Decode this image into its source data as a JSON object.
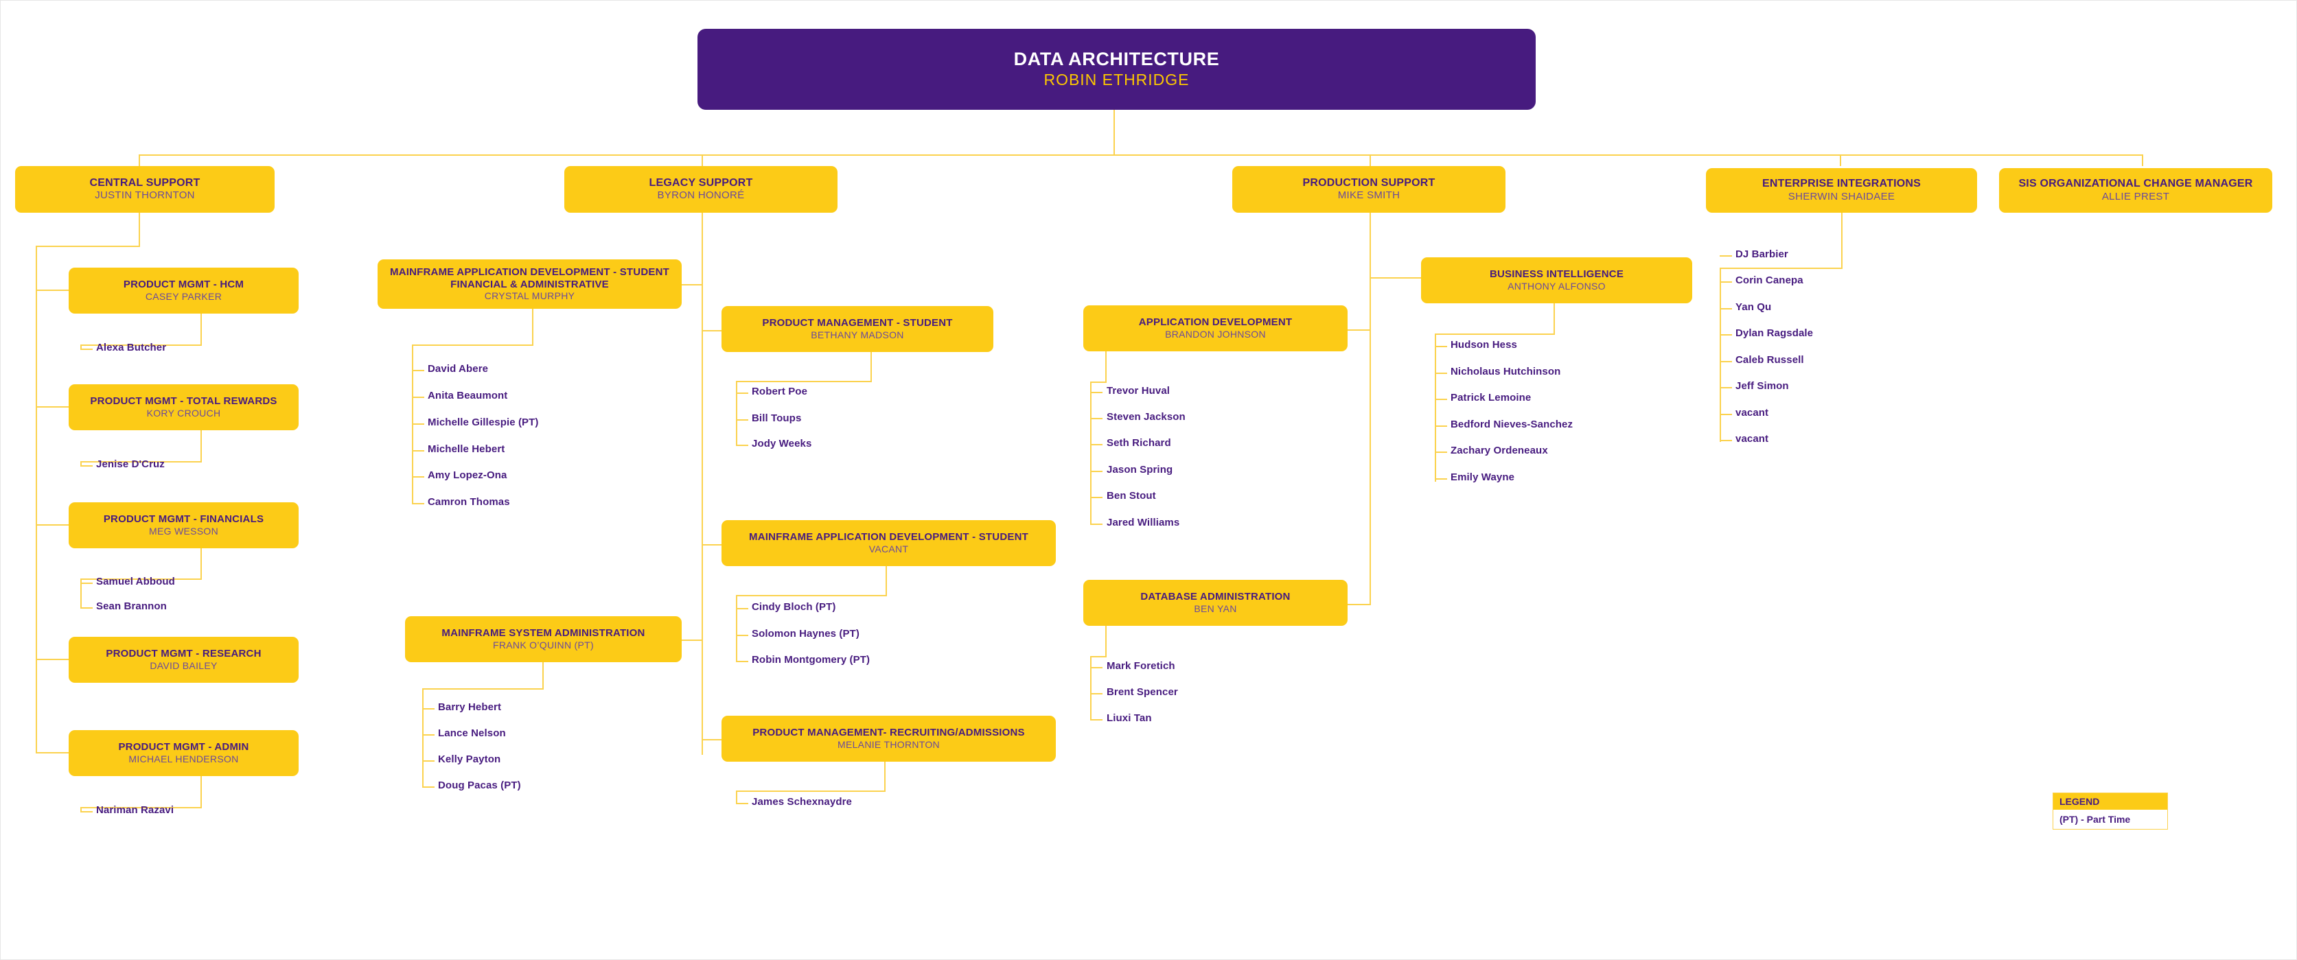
{
  "chart_title": "DATA ARCHITECTURE",
  "colors": {
    "box_yellow": "#FCCB17",
    "root_purple": "#471B7F",
    "line_yellow": "#FBD24E",
    "title_text": "#471B7F",
    "person_text": "#6B4A9B",
    "root_title_text": "#FFFFFF",
    "root_person_text": "#FDC800"
  },
  "root": {
    "title": "DATA ARCHITECTURE",
    "person": "ROBIN ETHRIDGE"
  },
  "departments": [
    {
      "id": "central-support",
      "title": "CENTRAL SUPPORT",
      "person": "JUSTIN THORNTON"
    },
    {
      "id": "legacy-support",
      "title": "LEGACY SUPPORT",
      "person": "BYRON HONORÉ"
    },
    {
      "id": "production-support",
      "title": "PRODUCTION SUPPORT",
      "person": "MIKE SMITH"
    },
    {
      "id": "enterprise-integrations",
      "title": "ENTERPRISE INTEGRATIONS",
      "person": "SHERWIN SHAIDAEE"
    },
    {
      "id": "sis-ocm",
      "title": "SIS ORGANIZATIONAL CHANGE MANAGER",
      "person": "ALLIE PREST"
    }
  ],
  "teams": {
    "pm_hcm": {
      "title": "PRODUCT MGMT - HCM",
      "person": "CASEY PARKER"
    },
    "pm_total_rewards": {
      "title": "PRODUCT MGMT - TOTAL REWARDS",
      "person": "KORY CROUCH"
    },
    "pm_financials": {
      "title": "PRODUCT MGMT - FINANCIALS",
      "person": "MEG WESSON"
    },
    "pm_research": {
      "title": "PRODUCT MGMT - RESEARCH",
      "person": "DAVID BAILEY"
    },
    "pm_admin": {
      "title": "PRODUCT MGMT - ADMIN",
      "person": "MICHAEL HENDERSON"
    },
    "mf_app_dev_sfa": {
      "title": "MAINFRAME APPLICATION  DEVELOPMENT - STUDENT FINANCIAL & ADMINISTRATIVE",
      "person": "CRYSTAL MURPHY"
    },
    "mf_sys_admin": {
      "title": "MAINFRAME SYSTEM ADMINISTRATION",
      "person": "FRANK O’QUINN (PT)"
    },
    "pm_student": {
      "title": "PRODUCT MANAGEMENT - STUDENT",
      "person": "BETHANY MADSON"
    },
    "mf_app_dev_student": {
      "title": "MAINFRAME APPLICATION DEVELOPMENT - STUDENT",
      "person": "VACANT"
    },
    "pm_recruiting": {
      "title": "PRODUCT MANAGEMENT- RECRUITING/ADMISSIONS",
      "person": "MELANIE THORNTON"
    },
    "app_dev": {
      "title": "APPLICATION DEVELOPMENT",
      "person": "BRANDON JOHNSON"
    },
    "db_admin": {
      "title": "DATABASE ADMINISTRATION",
      "person": "BEN YAN"
    },
    "business_intel": {
      "title": "BUSINESS INTELLIGENCE",
      "person": "ANTHONY ALFONSO"
    }
  },
  "staff": {
    "pm_hcm": [
      "Alexa Butcher"
    ],
    "pm_total_rewards": [
      "Jenise D'Cruz"
    ],
    "pm_financials": [
      "Samuel Abboud",
      "Sean Brannon"
    ],
    "pm_research": [],
    "pm_admin": [
      "Nariman Razavi"
    ],
    "mf_app_dev_sfa": [
      "David Abere",
      "Anita Beaumont",
      "Michelle Gillespie (PT)",
      "Michelle Hebert",
      "Amy Lopez-Ona",
      "Camron Thomas"
    ],
    "mf_sys_admin": [
      "Barry Hebert",
      "Lance Nelson",
      "Kelly Payton",
      "Doug Pacas (PT)"
    ],
    "pm_student": [
      "Robert Poe",
      "Bill Toups",
      "Jody Weeks"
    ],
    "mf_app_dev_student": [
      "Cindy Bloch (PT)",
      "Solomon Haynes (PT)",
      "Robin Montgomery (PT)"
    ],
    "pm_recruiting": [
      "James Schexnaydre"
    ],
    "app_dev": [
      "Trevor Huval",
      "Steven Jackson",
      "Seth Richard",
      "Jason Spring",
      "Ben Stout",
      "Jared Williams"
    ],
    "db_admin": [
      "Mark Foretich",
      "Brent Spencer",
      "Liuxi Tan"
    ],
    "business_intel": [
      "Hudson Hess",
      "Nicholaus Hutchinson",
      "Patrick Lemoine",
      "Bedford Nieves-Sanchez",
      "Zachary Ordeneaux",
      "Emily Wayne"
    ],
    "enterprise_integrations": [
      "DJ Barbier",
      "Corin Canepa",
      "Yan Qu",
      "Dylan Ragsdale",
      "Caleb Russell",
      "Jeff Simon",
      "vacant",
      "vacant"
    ]
  },
  "legend": {
    "heading": "LEGEND",
    "entry": "(PT) - Part Time"
  }
}
